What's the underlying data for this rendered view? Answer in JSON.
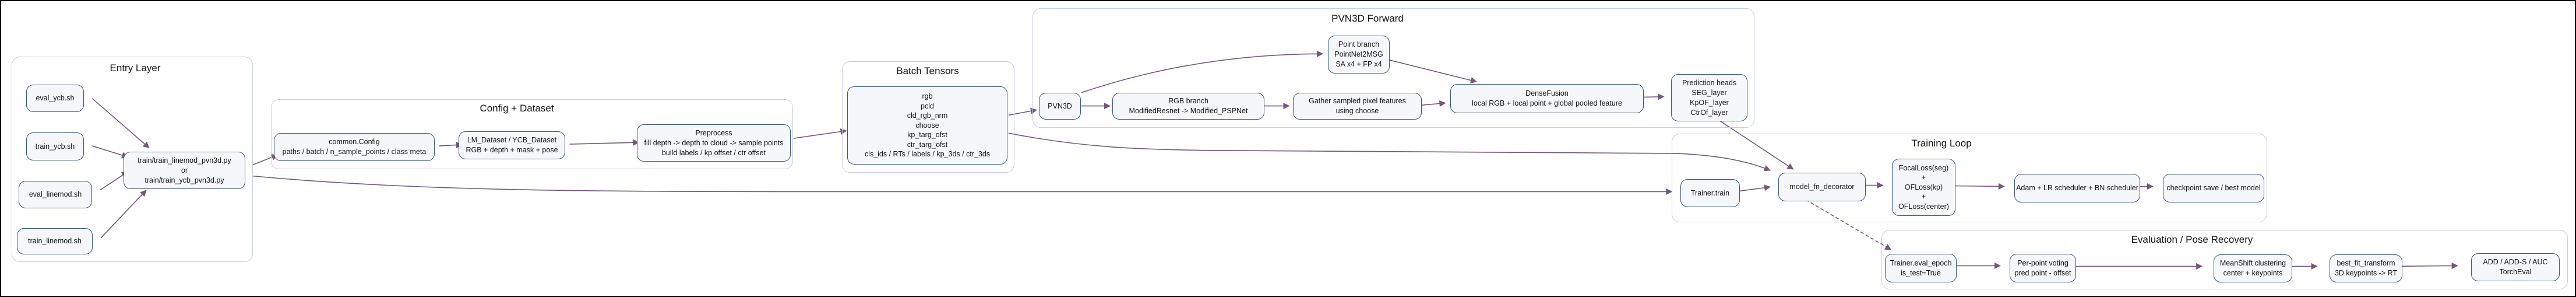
{
  "colors": {
    "background": "#ffffff",
    "frame": "#000000",
    "node_border": "#3a5a7c",
    "node_fill": "#f5f7fa",
    "cluster_border": "#c7cee8",
    "edge": "#72577e",
    "text": "#111111"
  },
  "clusters": {
    "entry": {
      "title": "Entry Layer"
    },
    "config": {
      "title": "Config + Dataset"
    },
    "batch": {
      "title": "Batch Tensors"
    },
    "forward": {
      "title": "PVN3D Forward"
    },
    "training": {
      "title": "Training Loop"
    },
    "eval": {
      "title": "Evaluation / Pose Recovery"
    }
  },
  "nodes": {
    "eval_ycb": {
      "lines": [
        "eval_ycb.sh"
      ]
    },
    "train_ycb": {
      "lines": [
        "train_ycb.sh"
      ]
    },
    "eval_linemod": {
      "lines": [
        "eval_linemod.sh"
      ]
    },
    "train_linemod": {
      "lines": [
        "train_linemod.sh"
      ]
    },
    "py_entry": {
      "lines": [
        "train/train_linemod_pvn3d.py",
        "or",
        "train/train_ycb_pvn3d.py"
      ]
    },
    "config_node": {
      "lines": [
        "common.Config",
        "paths / batch / n_sample_points / class meta"
      ]
    },
    "dataset": {
      "lines": [
        "LM_Dataset / YCB_Dataset",
        "RGB + depth + mask + pose"
      ]
    },
    "preprocess": {
      "lines": [
        "Preprocess",
        "fill depth -> depth to cloud -> sample points",
        "build labels / kp offset / ctr offset"
      ]
    },
    "batch_tensors": {
      "lines": [
        "rgb",
        "pcld",
        "cld_rgb_nrm",
        "choose",
        "kp_targ_ofst",
        "ctr_targ_ofst",
        "cls_ids / RTs / labels / kp_3ds / ctr_3ds"
      ]
    },
    "pvn3d": {
      "lines": [
        "PVN3D"
      ]
    },
    "point_branch": {
      "lines": [
        "Point branch",
        "PointNet2MSG",
        "SA x4 + FP x4"
      ]
    },
    "rgb_branch": {
      "lines": [
        "RGB branch",
        "ModifiedResnet -> Modified_PSPNet"
      ]
    },
    "gather": {
      "lines": [
        "Gather sampled pixel features",
        "using choose"
      ]
    },
    "densefusion": {
      "lines": [
        "DenseFusion",
        "local RGB + local point + global pooled feature"
      ]
    },
    "heads": {
      "lines": [
        "Prediction heads",
        "SEG_layer",
        "KpOF_layer",
        "CtrOf_layer"
      ]
    },
    "trainer_train": {
      "lines": [
        "Trainer.train"
      ]
    },
    "model_fn": {
      "lines": [
        "model_fn_decorator"
      ]
    },
    "losses": {
      "lines": [
        "FocalLoss(seg)",
        "+",
        "OFLoss(kp)",
        "+",
        "OFLoss(center)"
      ]
    },
    "optim": {
      "lines": [
        "Adam + LR scheduler + BN scheduler"
      ]
    },
    "checkpoint": {
      "lines": [
        "checkpoint save / best model"
      ]
    },
    "eval_epoch": {
      "lines": [
        "Trainer.eval_epoch",
        "is_test=True"
      ]
    },
    "voting": {
      "lines": [
        "Per-point voting",
        "pred point - offset"
      ]
    },
    "meanshift": {
      "lines": [
        "MeanShift clustering",
        "center + keypoints"
      ]
    },
    "bestfit": {
      "lines": [
        "best_fit_transform",
        "3D keypoints -> RT"
      ]
    },
    "metrics": {
      "lines": [
        "ADD / ADD-S / AUC",
        "TorchEval"
      ]
    }
  },
  "edges": [
    {
      "from": "eval_ycb.sh",
      "to": "train/train_*_pvn3d.py",
      "style": "solid"
    },
    {
      "from": "train_ycb.sh",
      "to": "train/train_*_pvn3d.py",
      "style": "solid"
    },
    {
      "from": "eval_linemod.sh",
      "to": "train/train_*_pvn3d.py",
      "style": "solid"
    },
    {
      "from": "train_linemod.sh",
      "to": "train/train_*_pvn3d.py",
      "style": "solid"
    },
    {
      "from": "train/train_*_pvn3d.py",
      "to": "common.Config",
      "style": "solid"
    },
    {
      "from": "train/train_*_pvn3d.py",
      "to": "Trainer.train",
      "style": "solid"
    },
    {
      "from": "common.Config",
      "to": "LM_Dataset / YCB_Dataset",
      "style": "solid"
    },
    {
      "from": "LM_Dataset / YCB_Dataset",
      "to": "Preprocess",
      "style": "solid"
    },
    {
      "from": "Preprocess",
      "to": "Batch Tensors",
      "style": "solid"
    },
    {
      "from": "Batch Tensors",
      "to": "PVN3D",
      "style": "solid"
    },
    {
      "from": "Batch Tensors",
      "to": "model_fn_decorator",
      "style": "solid"
    },
    {
      "from": "PVN3D",
      "to": "Point branch",
      "style": "solid"
    },
    {
      "from": "PVN3D",
      "to": "RGB branch",
      "style": "solid"
    },
    {
      "from": "RGB branch",
      "to": "Gather sampled pixel features",
      "style": "solid"
    },
    {
      "from": "Gather sampled pixel features",
      "to": "DenseFusion",
      "style": "solid"
    },
    {
      "from": "Point branch",
      "to": "DenseFusion",
      "style": "solid"
    },
    {
      "from": "DenseFusion",
      "to": "Prediction heads",
      "style": "solid"
    },
    {
      "from": "Prediction heads",
      "to": "model_fn_decorator",
      "style": "solid"
    },
    {
      "from": "Trainer.train",
      "to": "model_fn_decorator",
      "style": "solid"
    },
    {
      "from": "model_fn_decorator",
      "to": "FocalLoss(seg)+OFLoss(kp)+OFLoss(center)",
      "style": "solid"
    },
    {
      "from": "FocalLoss(seg)+OFLoss(kp)+OFLoss(center)",
      "to": "Adam + LR scheduler + BN scheduler",
      "style": "solid"
    },
    {
      "from": "Adam + LR scheduler + BN scheduler",
      "to": "checkpoint save / best model",
      "style": "solid"
    },
    {
      "from": "model_fn_decorator",
      "to": "Trainer.eval_epoch",
      "style": "dashed"
    },
    {
      "from": "Trainer.eval_epoch",
      "to": "Per-point voting",
      "style": "solid"
    },
    {
      "from": "Per-point voting",
      "to": "MeanShift clustering",
      "style": "solid"
    },
    {
      "from": "MeanShift clustering",
      "to": "best_fit_transform",
      "style": "solid"
    },
    {
      "from": "best_fit_transform",
      "to": "ADD / ADD-S / AUC TorchEval",
      "style": "solid"
    }
  ]
}
